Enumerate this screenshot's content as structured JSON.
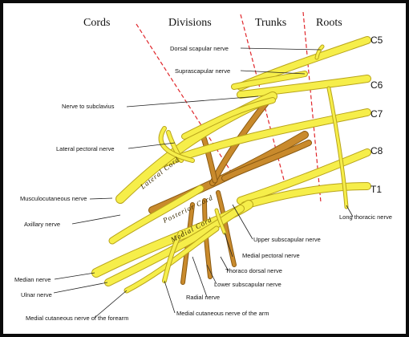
{
  "headers": {
    "cords": "Cords",
    "divisions": "Divisions",
    "trunks": "Trunks",
    "roots": "Roots"
  },
  "roots": [
    "C5",
    "C6",
    "C7",
    "C8",
    "T1"
  ],
  "labels": {
    "dorsal_scapular": "Dorsal scapular nerve",
    "suprascapular": "Suprascapular nerve",
    "subclavius": "Nerve to subclavius",
    "lateral_pectoral": "Lateral pectoral nerve",
    "musculocutaneous": "Musculocutaneous nerve",
    "axillary": "Axillary nerve",
    "median": "Median nerve",
    "ulnar": "Ulnar nerve",
    "med_cut_forearm": "Medial cutaneous nerve of the forearm",
    "med_cut_arm": "Medial cutaneous nerve of the arm",
    "radial": "Radial nerve",
    "lower_subscapular": "Lower subscapular nerve",
    "thoraco_dorsal": "Thoraco dorsal nerve",
    "medial_pectoral": "Medial pectoral nerve",
    "upper_subscapular": "Upper subscapular nerve",
    "long_thoracic": "Long thoracic nerve"
  },
  "cords": {
    "lateral": "Lateral Cord",
    "posterior": "Posterior Cord",
    "medial": "Medial Cord"
  },
  "colors": {
    "nerve_yellow": "#f6ee4a",
    "nerve_brown": "#c98a2c",
    "divider_red": "#e0262b",
    "frame": "#0b0b0b"
  }
}
